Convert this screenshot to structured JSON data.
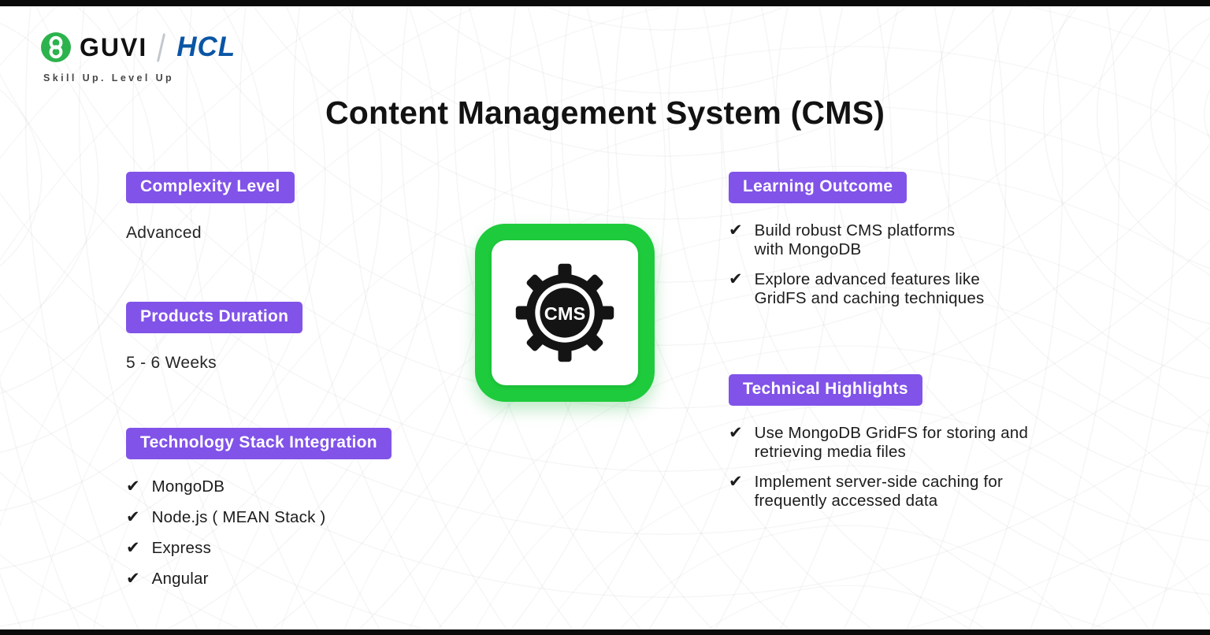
{
  "page": {
    "title": "Content Management System (CMS)"
  },
  "brand": {
    "guvi_label": "GUVI",
    "hcl_label": "HCL",
    "tagline": "Skill Up. Level Up"
  },
  "center_icon": {
    "label": "CMS"
  },
  "sections": {
    "complexity": {
      "badge": "Complexity Level",
      "value": "Advanced"
    },
    "duration": {
      "badge": "Products Duration",
      "value": "5 - 6 Weeks"
    },
    "tech_stack": {
      "badge": "Technology Stack Integration",
      "items": [
        "MongoDB",
        "Node.js ( MEAN Stack )",
        "Express",
        "Angular"
      ]
    },
    "learning": {
      "badge": "Learning Outcome",
      "items": [
        "Build robust CMS platforms\nwith MongoDB",
        "Explore advanced features like\nGridFS and caching techniques"
      ]
    },
    "technical": {
      "badge": "Technical Highlights",
      "items": [
        "Use MongoDB GridFS for storing and\nretrieving media files",
        "Implement server-side caching for\nfrequently accessed data"
      ]
    }
  },
  "colors": {
    "accent_purple": "#8153e8",
    "accent_green": "#1ecb3c",
    "hcl_blue": "#0a55a5",
    "guvi_green": "#2cb34d"
  }
}
